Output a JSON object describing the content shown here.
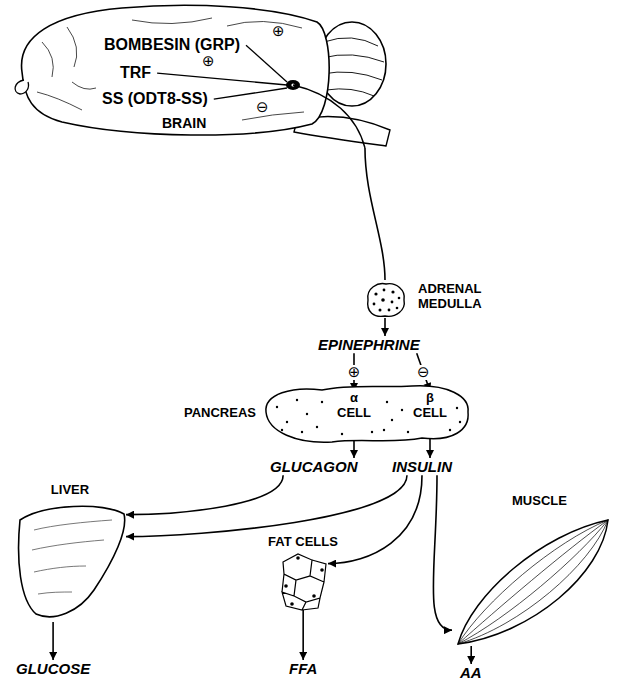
{
  "diagram": {
    "nodes": [
      {
        "text": [
          "BOMBESIN (GRP)",
          "TRF",
          "SS (ODT8-SS)",
          "BRAIN"
        ]
      },
      {
        "text": [
          "ADRENAL MEDULLA"
        ]
      },
      {
        "text": [
          "EPINEPHRINE"
        ]
      },
      {
        "text": [
          "PANCREAS"
        ]
      },
      {
        "text": [
          "α CELL"
        ],
        "in": 3
      },
      {
        "text": [
          "β CELL"
        ],
        "in": 3
      },
      {
        "text": [
          "GLUCAGON"
        ]
      },
      {
        "text": [
          "INSULIN"
        ]
      },
      {
        "text": [
          "LIVER"
        ]
      },
      {
        "text": [
          "FAT CELLS"
        ]
      },
      {
        "text": [
          "MUSCLE"
        ]
      },
      {
        "text": [
          "GLUCOSE"
        ]
      },
      {
        "text": [
          "FFA"
        ]
      },
      {
        "text": [
          "AA"
        ]
      }
    ],
    "edges": [
      {
        "from": 0,
        "to": 1,
        "arrow": "none"
      },
      {
        "from": 1,
        "to": 2,
        "arrow": "to"
      },
      {
        "from": 2,
        "to": 4,
        "label": "⊕",
        "arrow": "to"
      },
      {
        "from": 2,
        "to": 5,
        "label": "⊖",
        "arrow": "to"
      },
      {
        "from": 4,
        "to": 6,
        "arrow": "to"
      },
      {
        "from": 5,
        "to": 7,
        "arrow": "to"
      },
      {
        "from": 6,
        "to": 8,
        "arrow": "to"
      },
      {
        "from": 7,
        "to": 8,
        "arrow": "to"
      },
      {
        "from": 7,
        "to": 9,
        "arrow": "to"
      },
      {
        "from": 7,
        "to": 10,
        "arrow": "to"
      },
      {
        "from": 8,
        "to": 11,
        "arrow": "to"
      },
      {
        "from": 9,
        "to": 12,
        "arrow": "to"
      },
      {
        "from": 10,
        "to": 13,
        "arrow": "to"
      }
    ],
    "labels": [
      "⊕",
      "⊕",
      "⊖"
    ]
  }
}
